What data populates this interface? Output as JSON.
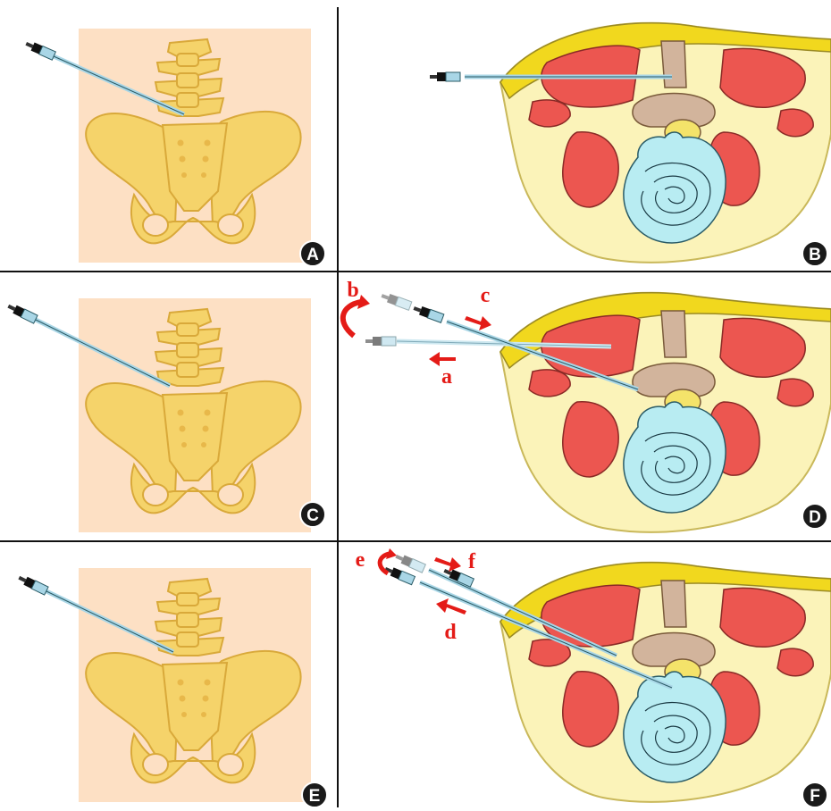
{
  "panels": [
    {
      "id": "A",
      "label": "A",
      "kind": "pelvis",
      "needle": "single"
    },
    {
      "id": "B",
      "label": "B",
      "kind": "cross-section",
      "needle": "single"
    },
    {
      "id": "C",
      "label": "C",
      "kind": "pelvis",
      "needle": "single"
    },
    {
      "id": "D",
      "label": "D",
      "kind": "cross-section",
      "needle": "withdraw-reinsert"
    },
    {
      "id": "E",
      "label": "E",
      "kind": "pelvis",
      "needle": "single"
    },
    {
      "id": "F",
      "label": "F",
      "kind": "cross-section",
      "needle": "double"
    }
  ],
  "step_labels": {
    "a": "a",
    "b": "b",
    "c": "c",
    "d": "d",
    "e": "e",
    "f": "f"
  },
  "colors": {
    "skin": "#fde0c4",
    "bone": "#f5d36a",
    "bone_outline": "#d9a93a",
    "fat": "#fbf3b9",
    "fat_outline": "#c9b85a",
    "subcutaneous": "#f1d81e",
    "muscle": "#ec5650",
    "muscle_outline": "#8a2a26",
    "vertebra": "#d2b49c",
    "disc_yellow": "#f4e36a",
    "abdomen": "#b8ecf2",
    "needle": "#a9d6e6",
    "arrow_red": "#e41b17",
    "divider": "#111111",
    "badge": "#1a1a1a"
  }
}
